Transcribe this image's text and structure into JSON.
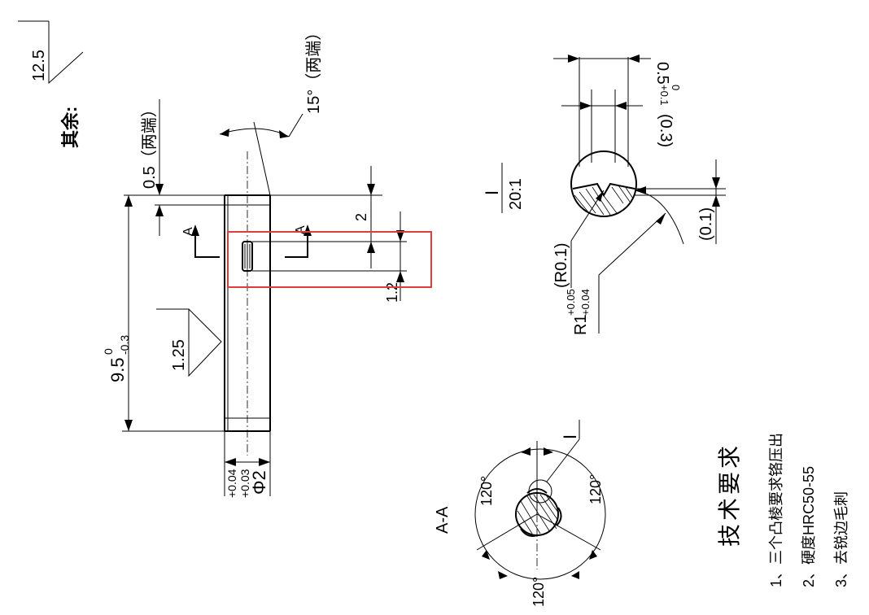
{
  "surface_roughness_general": "12.5",
  "rest_label": "其余:",
  "chamfer_05": "0.5（两端）",
  "angle_15": "15°（两端）",
  "roughness_local": "1.25",
  "length_main": "9.5",
  "length_tol_upper": "0",
  "length_tol_lower": "-0.3",
  "dia_label": "Φ2",
  "dia_tol_upper": "+0.04",
  "dia_tol_lower": "+0.03",
  "section_mark_a": "A",
  "dim_2": "2",
  "dim_12": "1.2",
  "detail_label": "I",
  "detail_scale": "20:1",
  "width_05": "0.5",
  "width_05_tol_upper": "+0.1",
  "width_05_tol_lower": "0",
  "dim_03": "(0.3)",
  "dim_01": "(0.1)",
  "radius_r01": "(R0.1)",
  "radius_r1": "R1",
  "radius_r1_tol_upper": "+0.05",
  "radius_r1_tol_lower": "+0.04",
  "section_title": "A-A",
  "angle_120_top": "120°",
  "angle_120_right": "120°",
  "angle_120_bottom": "120°",
  "section_detail_mark": "I",
  "tech_requirements": {
    "title": "技术要求",
    "items": [
      "1、三个凸棱要求铬压出",
      "2、硬度HRC50-55",
      "3、去锐边毛刺"
    ]
  },
  "highlight": {
    "color": "#e03c3c",
    "target": "section-a-detail"
  }
}
